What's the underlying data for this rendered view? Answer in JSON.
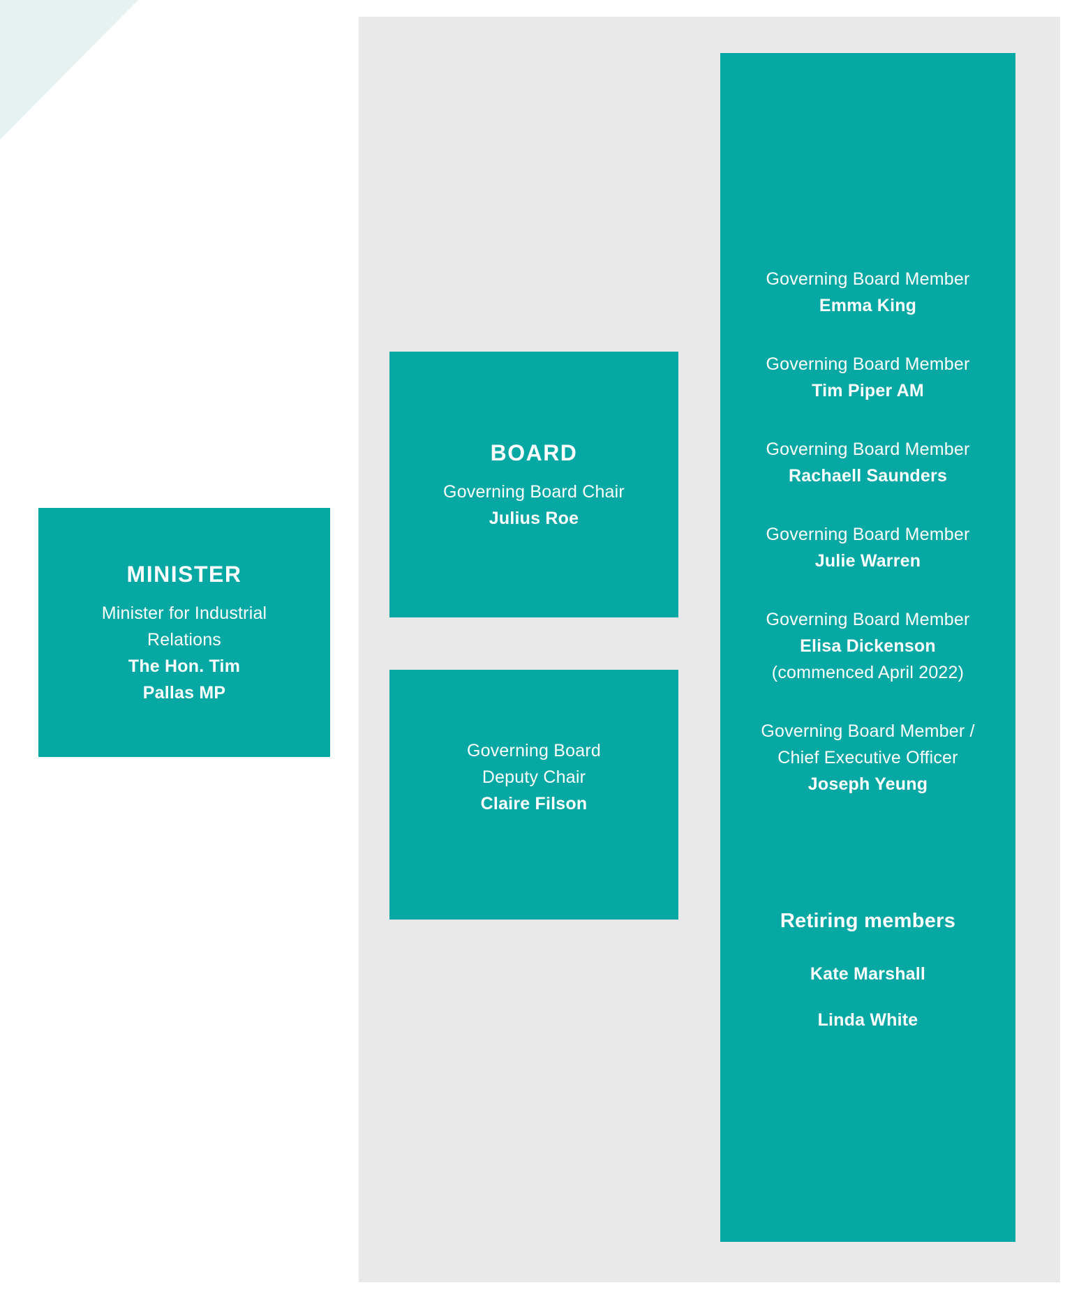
{
  "colors": {
    "accent_teal": "#05a8a3",
    "panel_gray": "#e9e9e9",
    "corner_triangle": "#e6f2f2",
    "text_on_teal": "#ffffff"
  },
  "minister_box": {
    "title": "MINISTER",
    "role": "Minister for Industrial\nRelations",
    "name": "The Hon. Tim\nPallas MP"
  },
  "board_chair_box": {
    "title": "BOARD",
    "role": "Governing Board Chair",
    "name": "Julius Roe"
  },
  "deputy_chair_box": {
    "role": "Governing Board\nDeputy Chair",
    "name": "Claire Filson"
  },
  "members_box": {
    "members": [
      {
        "role": "Governing Board Member",
        "name": "Emma King"
      },
      {
        "role": "Governing Board Member",
        "name": "Tim Piper AM"
      },
      {
        "role": "Governing Board Member",
        "name": "Rachaell Saunders"
      },
      {
        "role": "Governing Board Member",
        "name": "Julie Warren"
      },
      {
        "role": "Governing Board Member",
        "name": "Elisa Dickenson",
        "note": "(commenced April 2022)"
      },
      {
        "role": "Governing Board Member /\nChief Executive Officer",
        "name": "Joseph Yeung"
      }
    ],
    "retiring_heading": "Retiring members",
    "retiring_members": [
      {
        "name": "Kate Marshall"
      },
      {
        "name": "Linda White"
      }
    ]
  }
}
